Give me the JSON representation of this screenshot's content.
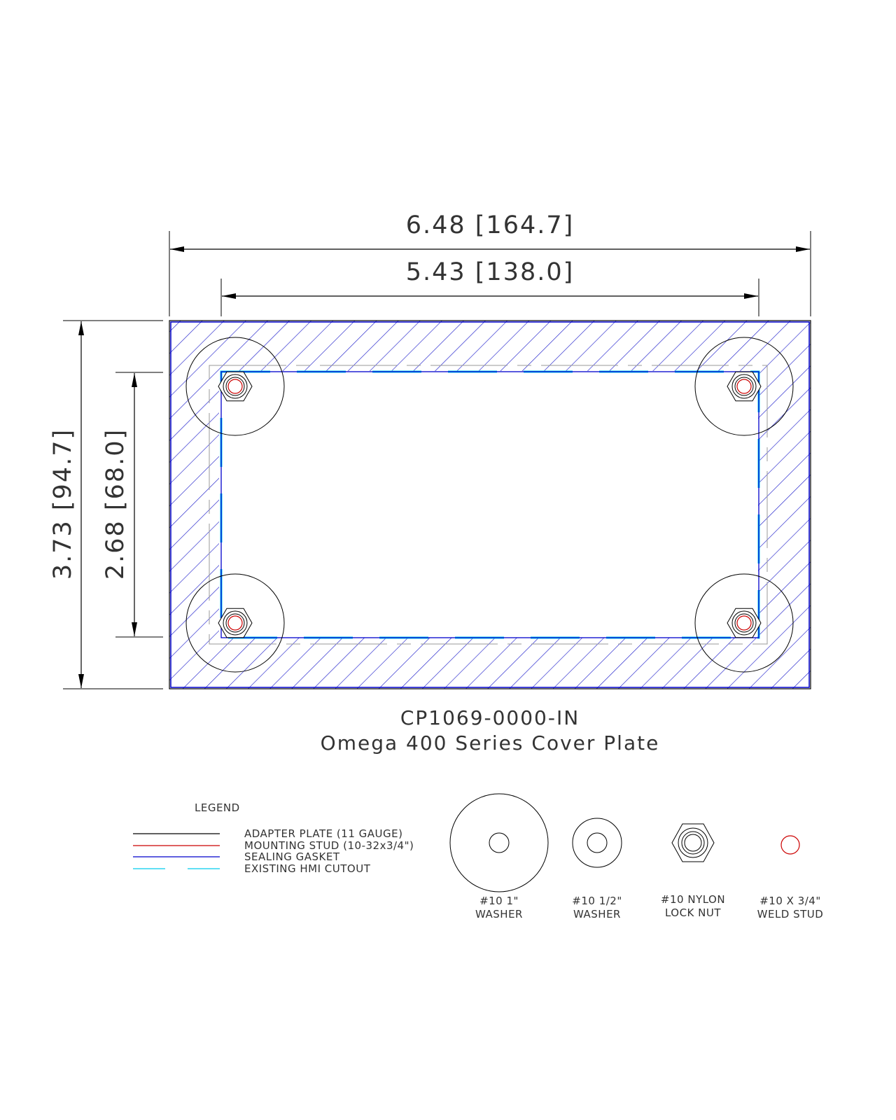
{
  "dimensions": {
    "overall_width": "6.48 [164.7]",
    "cutout_width": "5.43 [138.0]",
    "overall_height": "3.73 [94.7]",
    "cutout_height": "2.68 [68.0]"
  },
  "title": {
    "part_number": "CP1069-0000-IN",
    "description": "Omega 400 Series Cover Plate"
  },
  "legend": {
    "heading": "LEGEND",
    "items": [
      {
        "label": "ADAPTER PLATE (11 GAUGE)",
        "color": "#000000"
      },
      {
        "label": "MOUNTING STUD (10-32x3/4\")",
        "color": "#cc0000"
      },
      {
        "label": "SEALING GASKET",
        "color": "#0000cc"
      },
      {
        "label": "EXISTING HMI CUTOUT",
        "color": "#00ccee"
      }
    ]
  },
  "hardware": [
    {
      "line1": "#10 1\"",
      "line2": "WASHER",
      "icon": "large-washer-icon"
    },
    {
      "line1": "#10 1/2\"",
      "line2": "WASHER",
      "icon": "small-washer-icon"
    },
    {
      "line1": "#10 NYLON",
      "line2": "LOCK NUT",
      "icon": "lock-nut-icon"
    },
    {
      "line1": "#10 X 3/4\"",
      "line2": "WELD STUD",
      "icon": "weld-stud-icon"
    }
  ],
  "colors": {
    "plate_outline": "#000000",
    "hatch": "#2222cc",
    "gasket": "#0000cc",
    "cutout": "#00ccee",
    "stud": "#cc0000",
    "text": "#333333"
  }
}
